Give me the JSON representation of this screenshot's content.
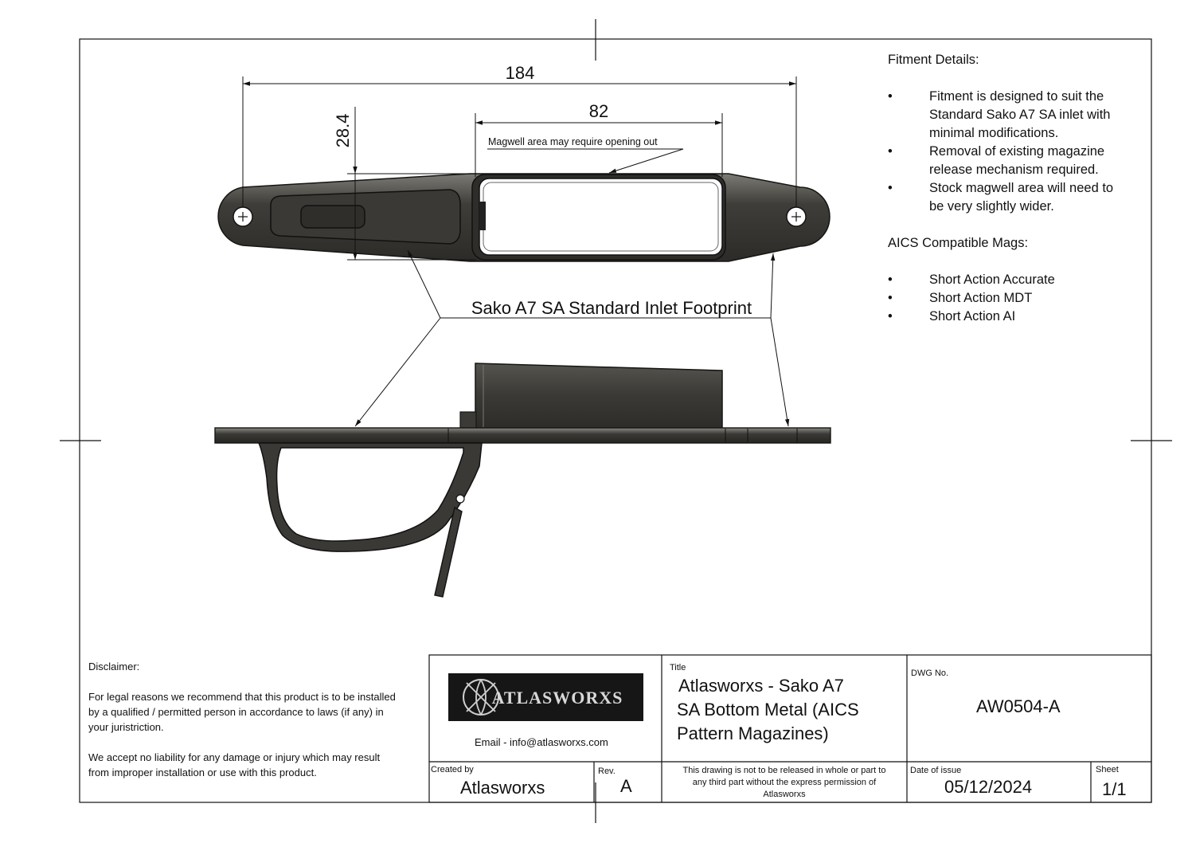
{
  "dimensions": {
    "overall_length": "184",
    "magwell_length": "82",
    "height": "28.4"
  },
  "annotations": {
    "magwell_note": "Magwell area may require opening out",
    "footprint_label": "Sako A7 SA Standard Inlet Footprint"
  },
  "fitment": {
    "heading": "Fitment Details:",
    "items": [
      [
        "Fitment is designed to suit the",
        "Standard Sako A7 SA inlet with",
        "minimal modifications."
      ],
      [
        "Removal of existing magazine",
        "release mechanism required."
      ],
      [
        "Stock magwell area will need to",
        "be very slightly wider."
      ]
    ]
  },
  "aics": {
    "heading": "AICS Compatible Mags:",
    "items": [
      "Short Action Accurate",
      "Short Action MDT",
      "Short Action AI"
    ]
  },
  "disclaimer": {
    "heading": "Disclaimer:",
    "paragraph1": [
      "For legal reasons we recommend that this product is to be installed",
      "by a qualified / permitted person in accordance to laws (if any) in",
      "your juristriction."
    ],
    "paragraph2": [
      "We accept no liability for any damage or injury which may result",
      "from improper installation or use with this product."
    ]
  },
  "title_block": {
    "logo_text": "ATLASWORXS",
    "email": "Email - info@atlasworxs.com",
    "title_label": "Title",
    "title_lines": [
      "Atlasworxs - Sako A7",
      "SA Bottom Metal (AICS",
      "Pattern Magazines)"
    ],
    "dwg_label": "DWG No.",
    "dwg_no": "AW0504-A",
    "created_label": "Created by",
    "created_by": "Atlasworxs",
    "rev_label": "Rev.",
    "rev": "A",
    "release_note": [
      "This drawing is not to be released in whole or part to",
      "any third part without the express permission of",
      "Atlasworxs"
    ],
    "date_label": "Date of issue",
    "date": "05/12/2024",
    "sheet_label": "Sheet",
    "sheet": "1/1"
  },
  "colors": {
    "part_dark": "#3a3a36",
    "part_light": "#6e6d68",
    "line": "#111111"
  }
}
